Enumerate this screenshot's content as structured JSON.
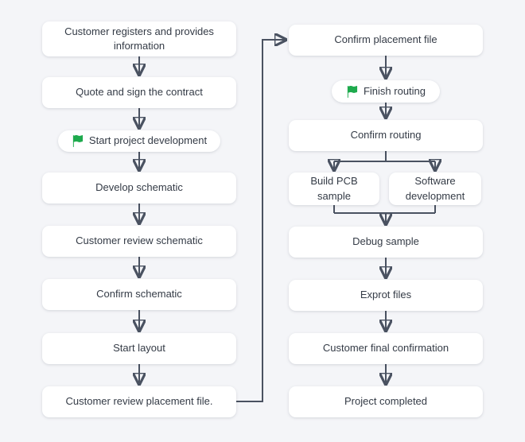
{
  "theme": {
    "bg": "#f4f5f8",
    "node-bg": "#ffffff",
    "line": "#4a5261",
    "text": "#343b46",
    "flag": "#1eaa4d"
  },
  "flow": {
    "left": [
      {
        "type": "box",
        "label": "Customer registers and provides information"
      },
      {
        "type": "box",
        "label": "Quote and sign the contract"
      },
      {
        "type": "milestone",
        "icon": "flag-icon",
        "label": "Start project development"
      },
      {
        "type": "box",
        "label": "Develop schematic"
      },
      {
        "type": "box",
        "label": "Customer review schematic"
      },
      {
        "type": "box",
        "label": "Confirm schematic"
      },
      {
        "type": "box",
        "label": "Start layout"
      },
      {
        "type": "box",
        "label": "Customer review placement file."
      }
    ],
    "right": [
      {
        "type": "box",
        "label": "Confirm placement file"
      },
      {
        "type": "milestone",
        "icon": "flag-icon",
        "label": "Finish routing"
      },
      {
        "type": "box",
        "label": "Confirm routing"
      },
      {
        "type": "box",
        "label": "Build PCB sample"
      },
      {
        "type": "box",
        "label": "Software development"
      },
      {
        "type": "box",
        "label": "Debug sample"
      },
      {
        "type": "box",
        "label": "Exprot files"
      },
      {
        "type": "box",
        "label": "Customer final confirmation"
      },
      {
        "type": "box",
        "label": "Project completed"
      }
    ]
  }
}
